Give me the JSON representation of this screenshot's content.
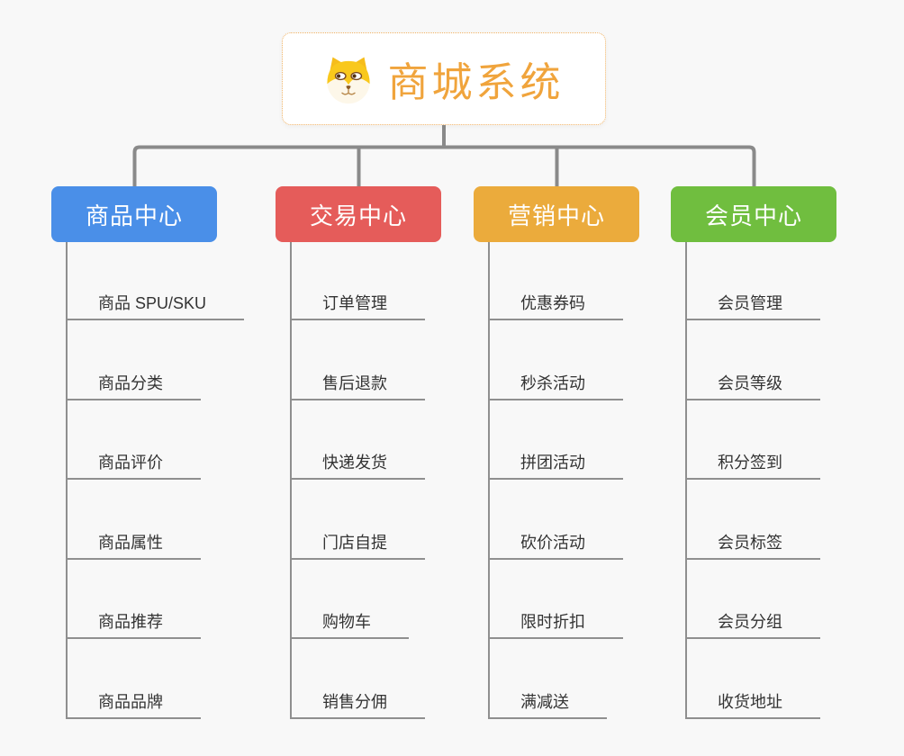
{
  "root": {
    "title": "商城系统",
    "icon": "dog-face-icon"
  },
  "branches": [
    {
      "label": "商品中心",
      "color": "#4A8FE8",
      "children": [
        "商品 SPU/SKU",
        "商品分类",
        "商品评价",
        "商品属性",
        "商品推荐",
        "商品品牌"
      ]
    },
    {
      "label": "交易中心",
      "color": "#E55C5A",
      "children": [
        "订单管理",
        "售后退款",
        "快递发货",
        "门店自提",
        "购物车",
        "销售分佣"
      ]
    },
    {
      "label": "营销中心",
      "color": "#EBAB3C",
      "children": [
        "优惠券码",
        "秒杀活动",
        "拼团活动",
        "砍价活动",
        "限时折扣",
        "满减送"
      ]
    },
    {
      "label": "会员中心",
      "color": "#70BE3F",
      "children": [
        "会员管理",
        "会员等级",
        "积分签到",
        "会员标签",
        "会员分组",
        "收货地址"
      ]
    }
  ],
  "colors": {
    "background": "#F8F8F8",
    "connector": "#8A8A8A",
    "leaf_underline": "#8F8F8F",
    "leaf_text": "#333333",
    "root_title": "#F0A43C",
    "root_border": "#F0B264",
    "root_background": "#FFFFFF",
    "branch_text": "#FFFFFF"
  }
}
